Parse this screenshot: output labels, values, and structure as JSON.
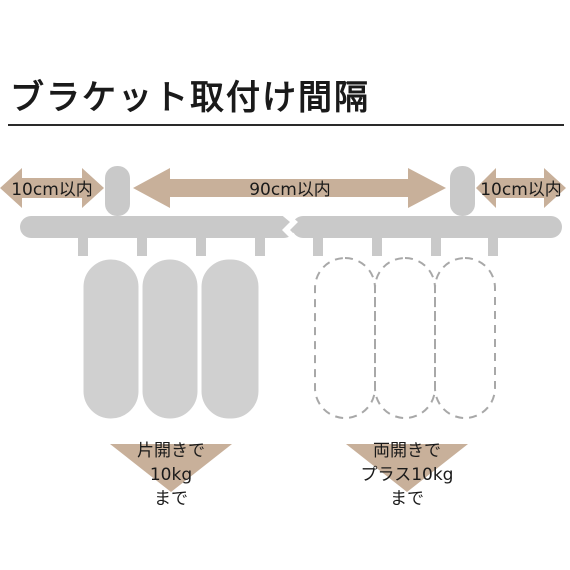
{
  "title": "ブラケット取付け間隔",
  "dimensions": {
    "left_gap": "10cm以内",
    "center_span": "90cm以内",
    "right_gap": "10cm以内"
  },
  "load_labels": {
    "single_open": [
      "片開きで",
      "10kg",
      "まで"
    ],
    "double_open": [
      "両開きで",
      "プラス10kg",
      "まで"
    ]
  },
  "colors": {
    "accent": "#c8b09a",
    "rail": "#c9c9c9",
    "curtain": "#d0d0d0",
    "dashed": "#a8a8a8",
    "text": "#1a1a1a"
  }
}
